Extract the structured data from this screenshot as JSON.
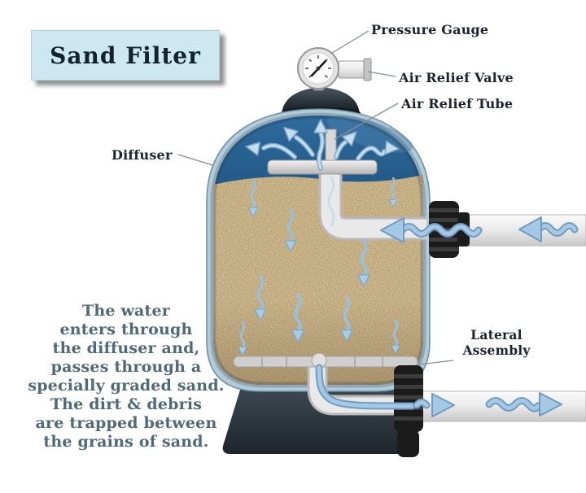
{
  "title": {
    "text": "Sand Filter"
  },
  "callouts": {
    "pressure_gauge": "Pressure Gauge",
    "air_relief_valve": "Air Relief Valve",
    "air_relief_tube": "Air Relief Tube",
    "diffuser": "Diffuser",
    "lateral_assembly": "Lateral Assembly"
  },
  "description": {
    "lines": [
      "The water",
      "enters through",
      "the diffuser and,",
      "passes through a",
      "specially graded sand.",
      "The dirt & debris",
      "are trapped between",
      "the grains of sand."
    ]
  },
  "colors": {
    "title_box_bg": "#cde7f3",
    "title_text": "#132231",
    "callout_text": "#1a2230",
    "description_text": "#4e6a77",
    "tank_wall": "#b2cbd9",
    "dome_top": "#2e6b9c",
    "dome_bottom": "#0a2440",
    "sand_base": "#c3a87b",
    "arrow_blue_light": "#a5c9e4",
    "arrow_blue_dark": "#6f9cc0",
    "pipe_light": "#e9e9e9",
    "fitting_dark": "#1b1b1b",
    "base_dark": "#20282e"
  }
}
